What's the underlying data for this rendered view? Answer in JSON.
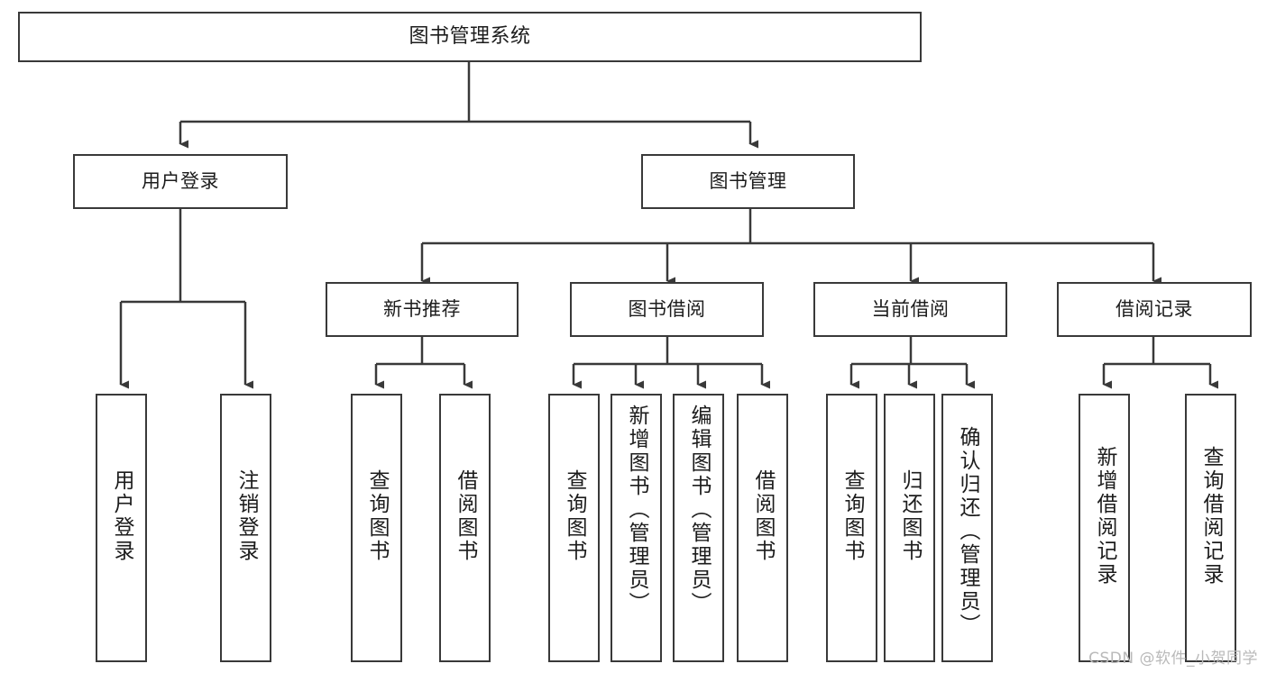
{
  "diagram": {
    "title": "图书管理系统",
    "type": "tree-hierarchy-chart",
    "orientation": "top-down",
    "line_color": "#393939",
    "box_fill": "#ffffff",
    "text_color": "#1c1c1c"
  },
  "root": {
    "label": "图书管理系统"
  },
  "level1": [
    {
      "label": "用户登录"
    },
    {
      "label": "图书管理"
    }
  ],
  "level2": [
    {
      "label": "新书推荐"
    },
    {
      "label": "图书借阅"
    },
    {
      "label": "当前借阅"
    },
    {
      "label": "借阅记录"
    }
  ],
  "leaves": {
    "user_login": [
      {
        "label": "用户登录"
      },
      {
        "label": "注销登录"
      }
    ],
    "new_book_recommend": [
      {
        "label": "查询图书"
      },
      {
        "label": "借阅图书"
      }
    ],
    "book_borrow": [
      {
        "label": "查询图书"
      },
      {
        "label": "新增图书（管理员）"
      },
      {
        "label": "编辑图书（管理员）"
      },
      {
        "label": "借阅图书"
      }
    ],
    "current_borrow": [
      {
        "label": "查询图书"
      },
      {
        "label": "归还图书"
      },
      {
        "label": "确认归还（管理员）"
      }
    ],
    "borrow_record": [
      {
        "label": "新增借阅记录"
      },
      {
        "label": "查询借阅记录"
      }
    ]
  },
  "watermark": {
    "text": "CSDN @软件_小贺同学"
  }
}
